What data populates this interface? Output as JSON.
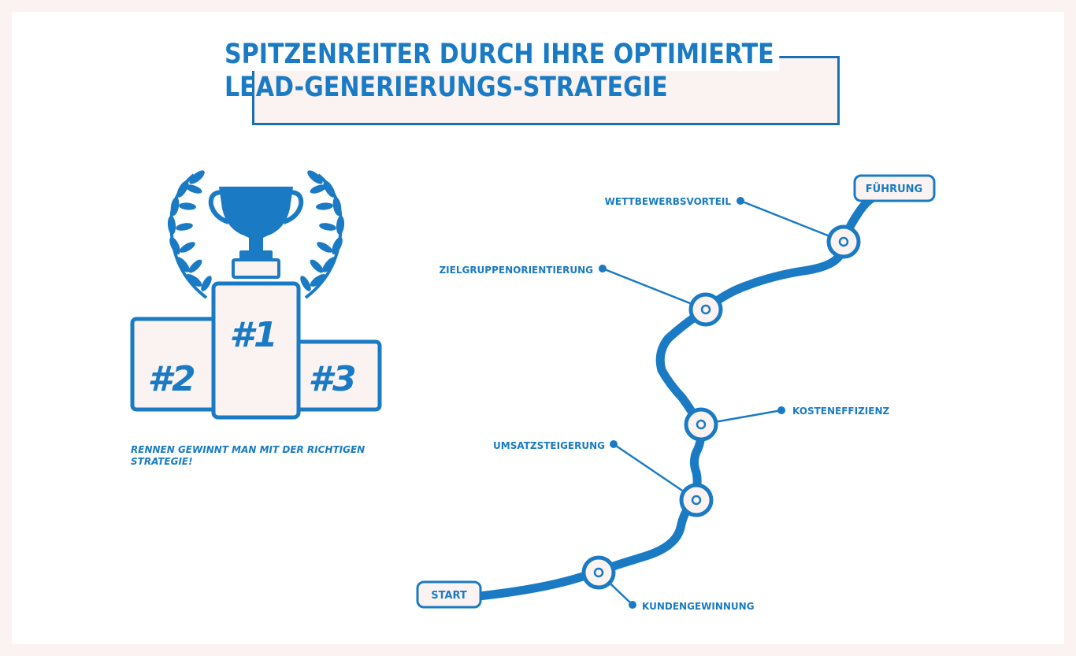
{
  "title": {
    "line1": "SPITZENREITER DURCH IHRE OPTIMIERTE",
    "line2": "LEAD-GENERIERUNGS-STRATEGIE"
  },
  "podium": {
    "first": "#1",
    "second": "#2",
    "third": "#3",
    "tagline": "RENNEN GEWINNT MAN MIT DER RICHTIGEN STRATEGIE!"
  },
  "road": {
    "start": "START",
    "finish": "FÜHRUNG",
    "milestones": [
      {
        "id": "kundengewinnung",
        "label": "KUNDENGEWINNUNG"
      },
      {
        "id": "umsatzsteigerung",
        "label": "UMSATZSTEIGERUNG"
      },
      {
        "id": "kosteneffizienz",
        "label": "KOSTENEFFIZIENZ"
      },
      {
        "id": "zielgruppenorientierung",
        "label": "ZIELGRUPPENORIENTIERUNG"
      },
      {
        "id": "wettbewerbsvorteil",
        "label": "WETTBEWERBSVORTEIL"
      }
    ]
  },
  "colors": {
    "primary": "#1a7bc4",
    "dark": "#1a6fb3",
    "light": "#fbf3f1"
  }
}
